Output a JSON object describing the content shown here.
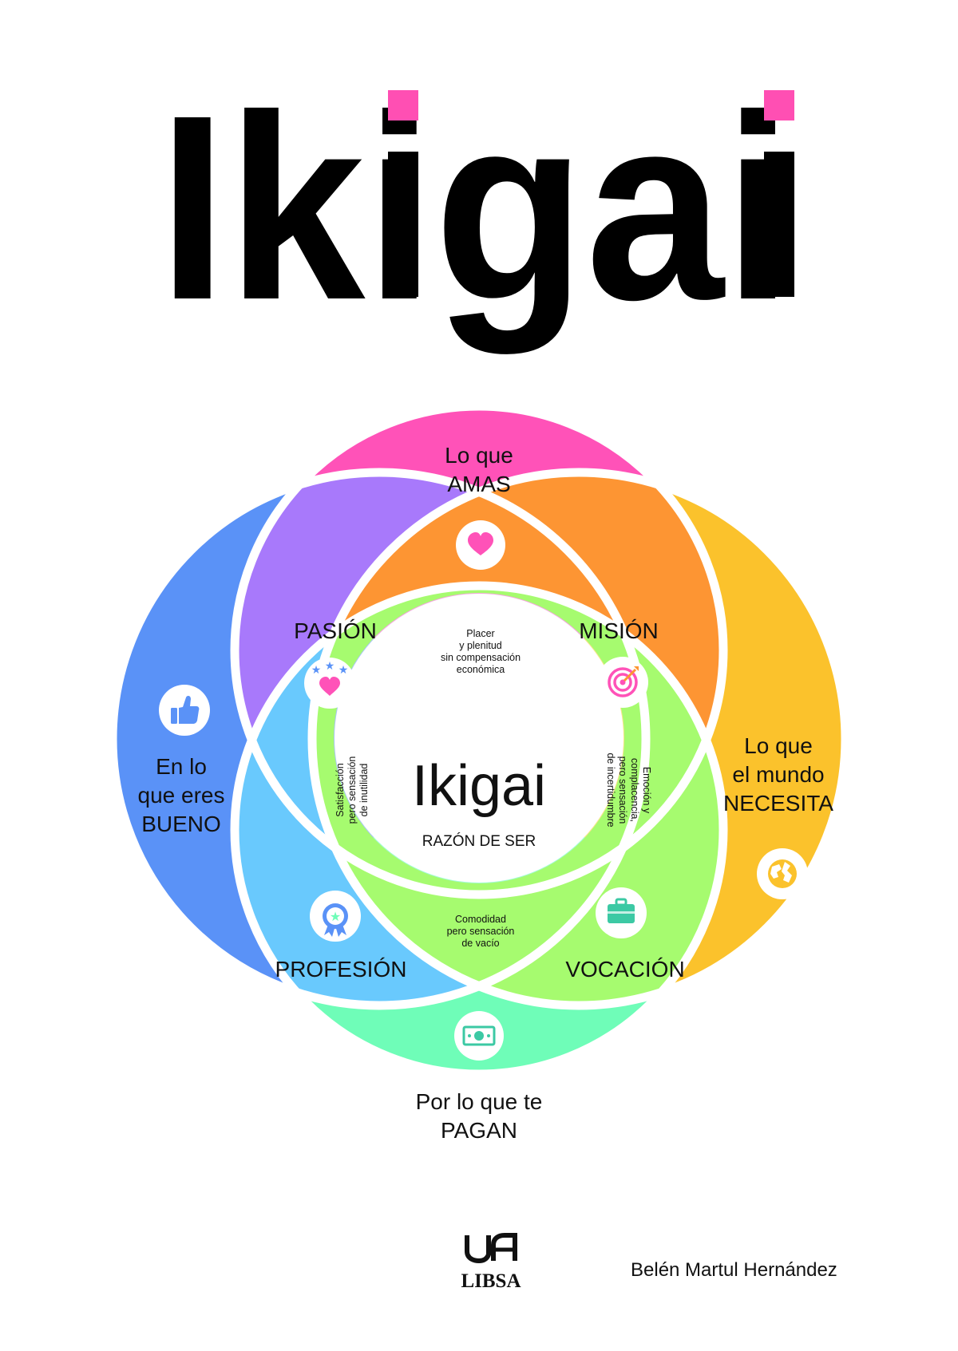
{
  "title": {
    "text": "Ikigai",
    "dot_color": "#ff4fb3"
  },
  "circles": {
    "top": {
      "line1": "Lo que",
      "line2": "AMAS",
      "color": "#ff52b8",
      "icon": "heart-icon"
    },
    "left": {
      "line1": "En lo",
      "line2": "que eres",
      "line3": "BUENO",
      "color": "#5a92f7",
      "icon": "thumbs-up-icon"
    },
    "right": {
      "line1": "Lo que",
      "line2": "el mundo",
      "line3": "NECESITA",
      "color": "#fbc22c",
      "icon": "globe-icon"
    },
    "bottom": {
      "line1": "Por lo que te",
      "line2": "PAGAN",
      "color": "#6ffdb8",
      "icon": "money-icon"
    }
  },
  "intersections": {
    "pasion": {
      "label": "PASIÓN",
      "color": "#a879fb",
      "icon": "stars-heart-icon"
    },
    "mision": {
      "label": "MISIÓN",
      "color": "#fd9533",
      "icon": "target-icon"
    },
    "profesion": {
      "label": "PROFESIÓN",
      "color": "#69c9fd",
      "icon": "award-icon"
    },
    "vocacion": {
      "label": "VOCACIÓN",
      "color": "#a6fb6f",
      "icon": "briefcase-icon"
    }
  },
  "triads": {
    "top": {
      "lines": [
        "Placer",
        "y plenitud",
        "sin compensación",
        "económica"
      ],
      "color": "#f6a5e1"
    },
    "left": {
      "lines": [
        "Satisfacción",
        "pero sensación",
        "de inutilidad"
      ],
      "color": "#a9c6f6"
    },
    "right": {
      "lines": [
        "Emoción y",
        "complacencia,",
        "pero sensación",
        "de incertidumbre"
      ],
      "color": "#fbe48c"
    },
    "bottom": {
      "lines": [
        "Comodidad",
        "pero sensación",
        "de vacío"
      ],
      "color": "#a3fbd6"
    }
  },
  "center": {
    "title": "Ikigai",
    "subtitle": "RAZÓN DE SER"
  },
  "publisher": {
    "name": "LIBSA"
  },
  "author": "Belén Martul Hernández"
}
